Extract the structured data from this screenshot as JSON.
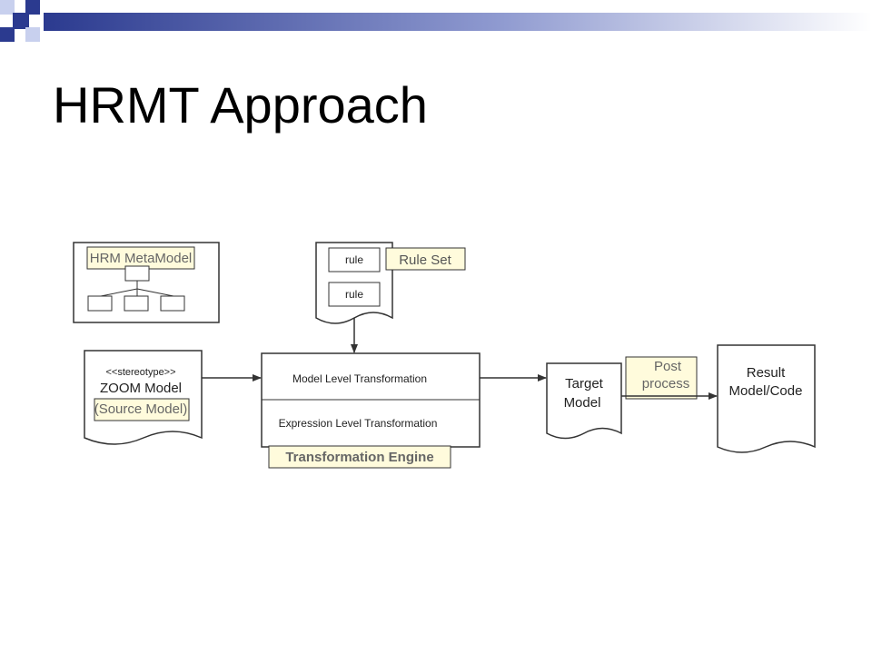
{
  "slide": {
    "title": "HRMT Approach",
    "colors": {
      "navy": "#2b3a8f",
      "light_blue": "#c8d0ee",
      "highlight": "#fffbdc"
    }
  },
  "diagram": {
    "metamodel": {
      "label": "HRM MetaModel"
    },
    "rule_set": {
      "label": "Rule Set",
      "rules": [
        "rule",
        "rule"
      ]
    },
    "source": {
      "stereotype": "<<stereotype>>",
      "name": "ZOOM Model",
      "role_label": "(Source Model)"
    },
    "engine": {
      "model_level": "Model Level Transformation",
      "expression_level": "Expression Level Transformation",
      "label": "Transformation Engine"
    },
    "target": {
      "line1": "Target",
      "line2": "Model"
    },
    "post_process": {
      "line1": "Post",
      "line2": "process"
    },
    "result": {
      "line1": "Result",
      "line2": "Model/Code"
    }
  }
}
